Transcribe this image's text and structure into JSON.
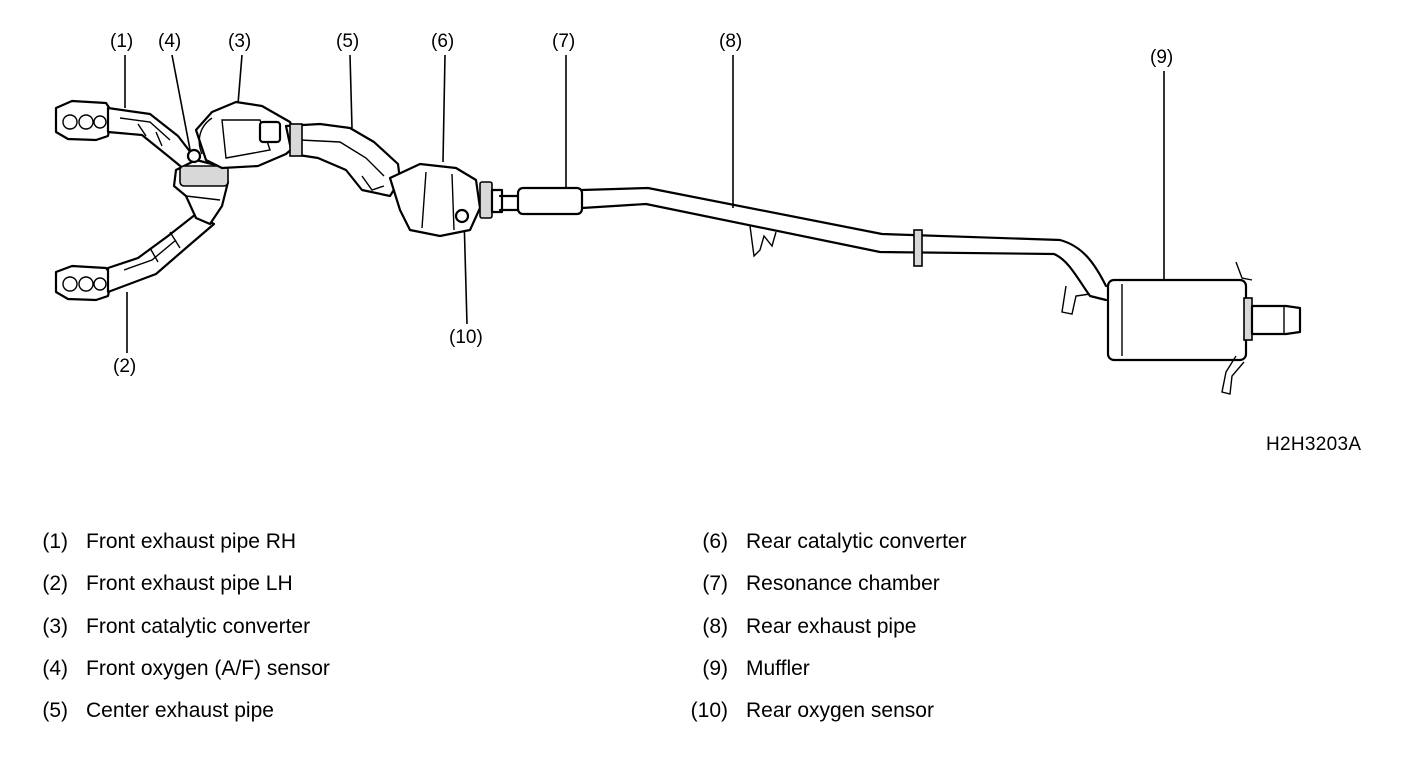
{
  "callouts": [
    {
      "id": "c1",
      "text": "(1)"
    },
    {
      "id": "c2",
      "text": "(2)"
    },
    {
      "id": "c3",
      "text": "(3)"
    },
    {
      "id": "c4",
      "text": "(4)"
    },
    {
      "id": "c5",
      "text": "(5)"
    },
    {
      "id": "c6",
      "text": "(6)"
    },
    {
      "id": "c7",
      "text": "(7)"
    },
    {
      "id": "c8",
      "text": "(8)"
    },
    {
      "id": "c9",
      "text": "(9)"
    },
    {
      "id": "c10",
      "text": "(10)"
    }
  ],
  "figure_id": "H2H3203A",
  "legend": {
    "left": [
      {
        "num": "(1)",
        "label": "Front exhaust pipe RH"
      },
      {
        "num": "(2)",
        "label": "Front exhaust pipe LH"
      },
      {
        "num": "(3)",
        "label": "Front catalytic converter"
      },
      {
        "num": "(4)",
        "label": "Front oxygen (A/F) sensor"
      },
      {
        "num": "(5)",
        "label": "Center exhaust pipe"
      }
    ],
    "right": [
      {
        "num": "(6)",
        "label": "Rear catalytic converter"
      },
      {
        "num": "(7)",
        "label": "Resonance chamber"
      },
      {
        "num": "(8)",
        "label": "Rear exhaust pipe"
      },
      {
        "num": "(9)",
        "label": "Muffler"
      },
      {
        "num": "(10)",
        "label": "Rear oxygen sensor"
      }
    ]
  }
}
